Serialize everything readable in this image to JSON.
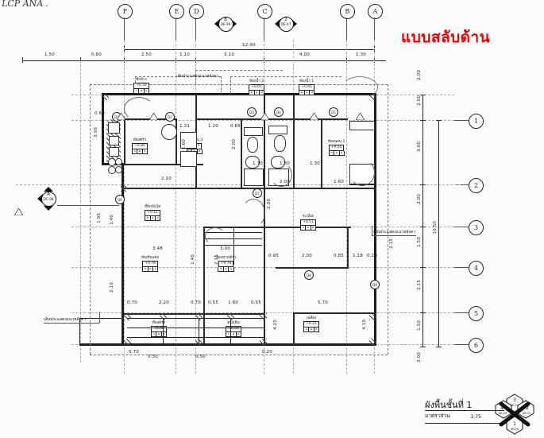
{
  "sheet": {
    "handwritten_note": "LCP ANA .",
    "red_title": "แบบสลับด้าน",
    "title_block": {
      "title": "ผังพื้นชั้นที่ 1",
      "subtitle": "มาตราส่วน",
      "scale": "1:75"
    }
  },
  "grid": {
    "columns": [
      "F",
      "E",
      "D",
      "C",
      "B",
      "A"
    ],
    "rows": [
      "1",
      "2",
      "3",
      "4",
      "5",
      "6"
    ]
  },
  "section_markers": [
    {
      "id": "B",
      "ref": "DE-99",
      "dir": "down"
    },
    {
      "id": "2",
      "ref": "DE-47",
      "dir": "down"
    },
    {
      "id": "A",
      "ref": "DC-98",
      "dir": "right"
    }
  ],
  "dimensions": {
    "top_overall": "12.00",
    "top_chain": [
      "1.50",
      "0.60",
      "2.50",
      "1.10",
      "3.10",
      "4.00",
      "1.30"
    ],
    "right_overall": "10.50",
    "right_chain": [
      "2.00",
      "3.00",
      "2.00",
      "1.50",
      "2.15",
      "1.50"
    ],
    "right_extra_top": "2.00",
    "right_extra_bottom": "2.00",
    "interior_upper": [
      "1.30",
      "1.30",
      "0.60",
      "1.31",
      "1.20",
      "0.85",
      "1.70"
    ],
    "interior_mid": [
      "2.10",
      "2.00",
      "1.60",
      "3.48",
      "3.00"
    ],
    "interior_mid2": [
      "0.95",
      "2.00",
      "0.85",
      "1.18",
      "0.20"
    ],
    "interior_lower": [
      "0.70",
      "2.20",
      "0.70",
      "0.55",
      "1.80",
      "0.55",
      "5.70"
    ],
    "interior_bottom": [
      "0.70",
      "0.50",
      "0.50",
      "0.20"
    ],
    "left_chain": [
      "3.00",
      "1.40",
      "2.10",
      "1.40",
      "2.15"
    ],
    "vertical_small": [
      "2.00",
      "4.20",
      "4.10",
      "2.00",
      "2.15",
      "1.60",
      "1.95"
    ]
  },
  "rooms": [
    {
      "name": "ซักล้าง",
      "elev": "+0.50",
      "finishes": [
        "ก",
        "ผ",
        "ฝ"
      ]
    },
    {
      "name": "ห้องครัว",
      "elev": "+0.80",
      "finishes": [
        "ก",
        "ผ",
        "ฝ"
      ]
    },
    {
      "name": "ห้องนอน 3",
      "elev": "+0.75",
      "finishes": [
        "ข",
        "ผ",
        "ฝ"
      ]
    },
    {
      "name": "ห้องน้ำ 2",
      "elev": "+0.65",
      "finishes": [
        "ค",
        "ผ",
        "ฝ"
      ]
    },
    {
      "name": "ห้องน้ำ 1",
      "elev": "+0.65",
      "finishes": [
        "ค",
        "ผ",
        "ฝ"
      ]
    },
    {
      "name": "ห้องนอน 1",
      "elev": "+0.55",
      "finishes": [
        "ข",
        "ผ",
        "ฝ"
      ]
    },
    {
      "name": "ที่พักบันได",
      "elev": "+0.12",
      "finishes": [
        "ข",
        "ผ",
        "ฝ"
      ]
    },
    {
      "name": "ระเบียง",
      "elev": "+0.51",
      "finishes": [
        "ก",
        "ผ",
        "ฝ"
      ]
    },
    {
      "name": "ห้องรับแขก",
      "elev": "+0.78",
      "finishes": [
        "ข",
        "ผ",
        "ฝ"
      ]
    },
    {
      "name": "ห้องทานข้าว",
      "elev": "+0.78",
      "finishes": [
        "ข",
        "ผ",
        "ฝ"
      ]
    },
    {
      "name": "เฉลียง",
      "elev": "+0.22",
      "finishes": [
        "ก",
        "ผ",
        "ฝ"
      ]
    },
    {
      "name": "ที่จอดรถ",
      "elev": "+0.00",
      "finishes": [
        "ก",
        "ผ",
        "ฝ"
      ]
    },
    {
      "name": "ทางเดิน",
      "elev": "+0.00",
      "finishes": [
        "ก",
        "ผ",
        "ฝ"
      ]
    }
  ],
  "annotations": [
    "เส้นประแสดงแนวหลังคา",
    "เส้นประแสดงแนวหลังคา",
    "เส้นประแสดงแนวหลังคา"
  ],
  "door_tags": [
    "D1",
    "D2",
    "D3",
    "D4",
    "D5",
    "D6",
    "D7",
    "D8",
    "D9"
  ],
  "window_tags": [
    "W1",
    "W2",
    "W3",
    "W4",
    "W5",
    "W6"
  ],
  "key_plan": {
    "segments": [
      "1",
      "2",
      "3",
      "4"
    ],
    "refs": [
      "AR-20",
      "AR-21",
      "AR-22",
      "AR-23"
    ]
  },
  "colors": {
    "ink": "#1d1d1d",
    "red": "#ee0000",
    "paper": "#fcfcfc",
    "grid": "#aaaaaa"
  }
}
